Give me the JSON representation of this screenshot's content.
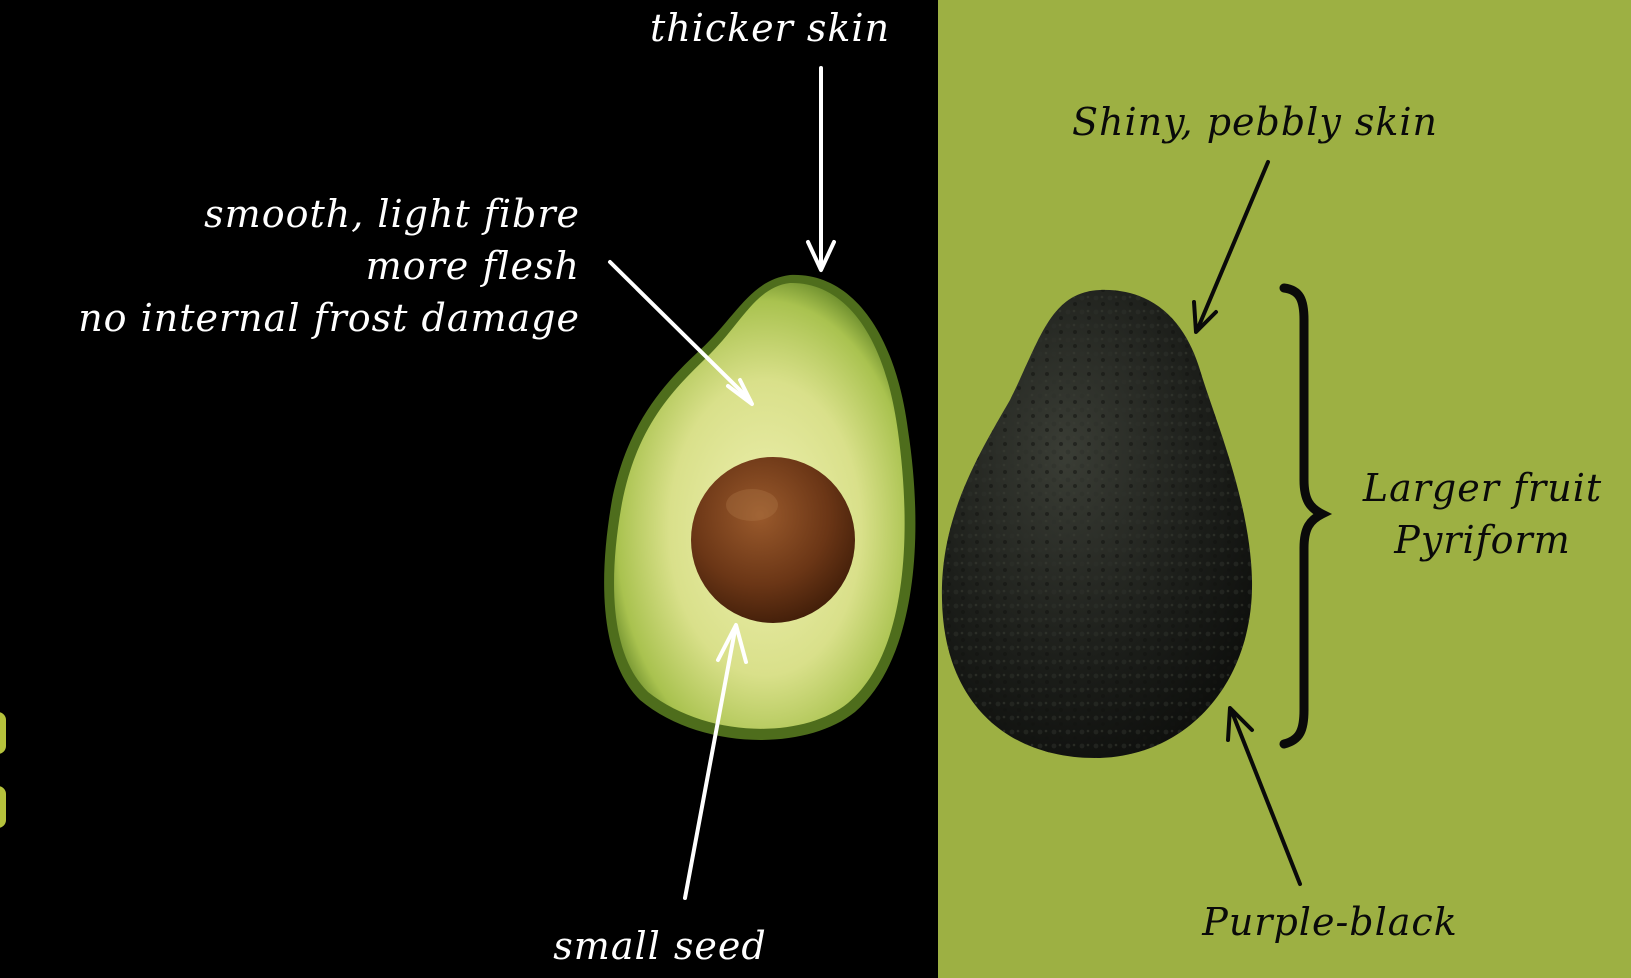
{
  "labels": {
    "thicker_skin": "thicker skin",
    "flesh_line1": "smooth, light fibre",
    "flesh_line2": "more flesh",
    "flesh_line3": "no internal frost damage",
    "small_seed": "small seed",
    "shiny_skin": "Shiny, pebbly skin",
    "larger_fruit": "Larger fruit",
    "pyriform": "Pyriform",
    "purple_black": "Purple-black"
  },
  "colors": {
    "left_background": "#000000",
    "right_background": "#9db043",
    "annotation_left": "#ffffff",
    "annotation_right": "#0a0a0a",
    "avocado_flesh": "#d9e08a",
    "avocado_skin_edge": "#4e6d1c",
    "seed": "#6b3616",
    "whole_fruit": "#1c1e1a"
  },
  "icons": {
    "arrow_to_skin": "arrow-down-icon",
    "arrow_to_flesh": "arrow-diagonal-icon",
    "arrow_to_seed": "arrow-up-icon",
    "arrow_to_whole_skin": "arrow-diagonal-icon",
    "arrow_to_whole_base": "arrow-up-icon",
    "size_brace": "curly-brace-icon"
  }
}
